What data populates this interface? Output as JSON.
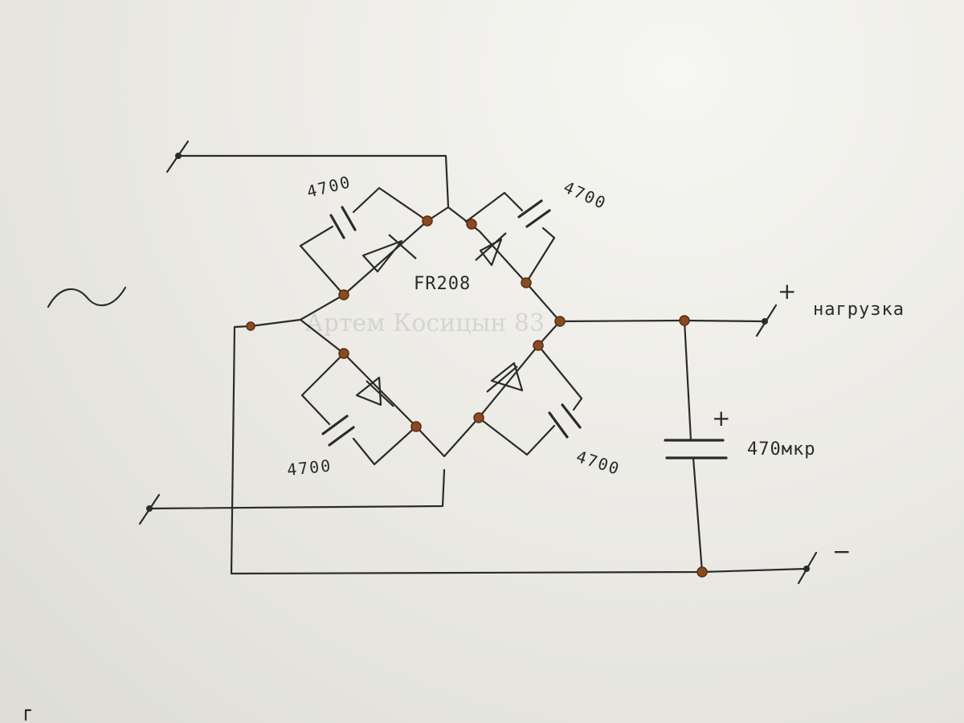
{
  "labels": {
    "cap_top_left": "4700",
    "cap_top_right": "4700",
    "cap_bottom_left": "4700",
    "cap_bottom_right": "4700",
    "diode_model": "FR208",
    "filter_cap": "470мкр",
    "load": "нагрузка",
    "plus_load": "+",
    "plus_filter": "+",
    "minus": "−",
    "watermark": "Артем Косицын 83"
  },
  "icons": {
    "terminal": "terminal-icon",
    "ac": "ac-sine-icon"
  },
  "colors": {
    "ink": "#2b2b2b",
    "solder": "#8a4a22",
    "paper": "#ecebe6"
  }
}
